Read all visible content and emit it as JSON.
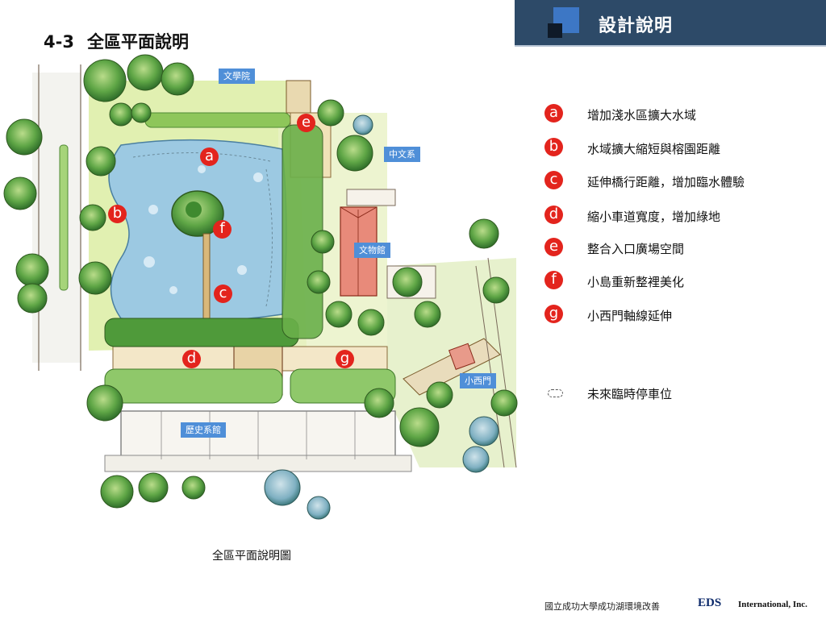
{
  "header": {
    "title": "設計說明"
  },
  "section": {
    "number": "4-3",
    "title": "全區平面說明"
  },
  "plan": {
    "caption": "全區平面說明圖",
    "building_labels": {
      "literature_college": "文學院",
      "chinese_dept": "中文系",
      "museum": "文物館",
      "small_west_gate": "小西門",
      "history_dept": "歷史系館"
    },
    "markers": {
      "a": "a",
      "b": "b",
      "c": "c",
      "d": "d",
      "e": "e",
      "f": "f",
      "g": "g"
    }
  },
  "legend": {
    "items": [
      {
        "key": "a",
        "text": "增加淺水區擴大水域"
      },
      {
        "key": "b",
        "text": "水域擴大縮短與榕園距離"
      },
      {
        "key": "c",
        "text": "延伸橋行距離，增加臨水體驗"
      },
      {
        "key": "d",
        "text": "縮小車道寬度，增加綠地"
      },
      {
        "key": "e",
        "text": "整合入口廣場空間"
      },
      {
        "key": "f",
        "text": "小島重新整裡美化"
      },
      {
        "key": "g",
        "text": "小西門軸線延伸"
      }
    ],
    "parking": {
      "icon": "dashed-oval-icon",
      "text": "未來臨時停車位"
    }
  },
  "footer": {
    "org": "國立成功大學成功湖環境改善",
    "brand": "EDS",
    "company": "International, Inc."
  },
  "colors": {
    "header_bg": "#2d4a68",
    "accent_blue": "#3d77c5",
    "label_blue": "#4f8fd8",
    "marker_red": "#e3241d",
    "water": "#9cc9e2",
    "tree_green": "#4f9a3a"
  }
}
